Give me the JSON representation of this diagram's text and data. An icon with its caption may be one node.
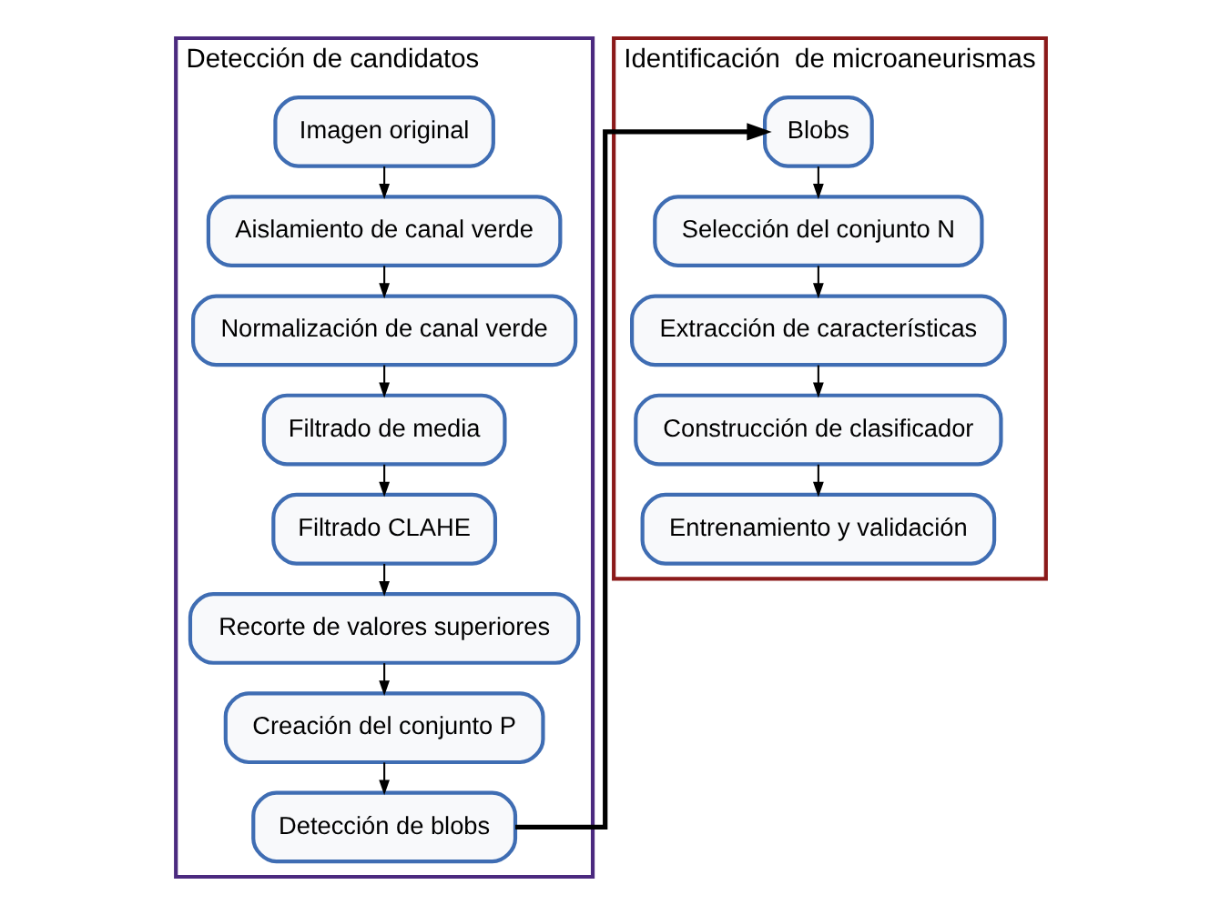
{
  "diagram": {
    "nodes": [
      {
        "text": [
          "Detección de candidatos"
        ]
      },
      {
        "text": [
          "Imagen original"
        ],
        "in": 0
      },
      {
        "text": [
          "Aislamiento de canal verde"
        ],
        "in": 0
      },
      {
        "text": [
          "Normalización de canal verde"
        ],
        "in": 0
      },
      {
        "text": [
          "Filtrado de media"
        ],
        "in": 0
      },
      {
        "text": [
          "Filtrado CLAHE"
        ],
        "in": 0
      },
      {
        "text": [
          "Recorte de valores superiores"
        ],
        "in": 0
      },
      {
        "text": [
          "Creación del conjunto P"
        ],
        "in": 0
      },
      {
        "text": [
          "Detección de blobs"
        ],
        "in": 0
      },
      {
        "text": [
          "Identificación  de microaneurismas"
        ]
      },
      {
        "text": [
          "Blobs"
        ],
        "in": 9
      },
      {
        "text": [
          "Selección del conjunto N"
        ],
        "in": 9
      },
      {
        "text": [
          "Extracción de características"
        ],
        "in": 9
      },
      {
        "text": [
          "Construcción de clasificador"
        ],
        "in": 9
      },
      {
        "text": [
          "Entrenamiento y validación"
        ],
        "in": 9
      }
    ],
    "edges": [
      {
        "from": 1,
        "to": 2,
        "arrow": "to"
      },
      {
        "from": 2,
        "to": 3,
        "arrow": "to"
      },
      {
        "from": 3,
        "to": 4,
        "arrow": "to"
      },
      {
        "from": 4,
        "to": 5,
        "arrow": "to"
      },
      {
        "from": 5,
        "to": 6,
        "arrow": "to"
      },
      {
        "from": 6,
        "to": 7,
        "arrow": "to"
      },
      {
        "from": 7,
        "to": 8,
        "arrow": "to"
      },
      {
        "from": 8,
        "to": 10,
        "arrow": "to",
        "style": "thick"
      },
      {
        "from": 10,
        "to": 11,
        "arrow": "to"
      },
      {
        "from": 11,
        "to": 12,
        "arrow": "to"
      },
      {
        "from": 12,
        "to": 13,
        "arrow": "to"
      },
      {
        "from": 13,
        "to": 14,
        "arrow": "to"
      }
    ]
  }
}
